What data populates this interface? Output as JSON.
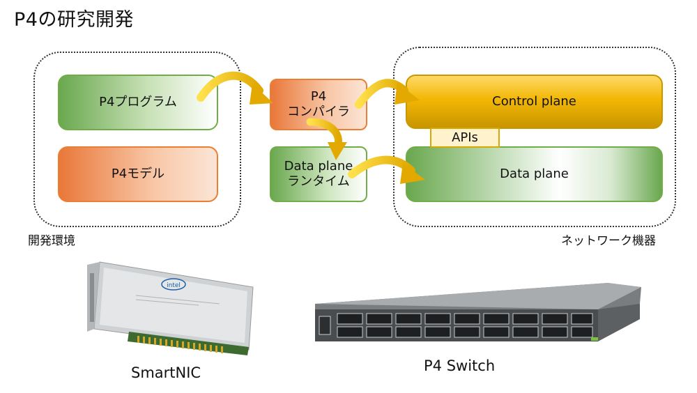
{
  "title": "P4の研究開発",
  "dev_env": {
    "label": "開発環境",
    "p4_program": "P4プログラム",
    "p4_model": "P4モデル"
  },
  "compiler": {
    "line1": "P4",
    "line2": "コンパイラ"
  },
  "runtime": {
    "line1": "Data plane",
    "line2": "ランタイム"
  },
  "network_device": {
    "label": "ネットワーク機器",
    "control_plane": "Control plane",
    "apis": "APIs",
    "data_plane": "Data plane"
  },
  "products": {
    "smartnic_caption": "SmartNIC",
    "switch_caption": "P4 Switch",
    "nic_brand": "intel"
  },
  "colors": {
    "green": "#70ad47",
    "orange": "#ed7d31",
    "gold": "#f2b705",
    "arrow": "#f5c400"
  }
}
